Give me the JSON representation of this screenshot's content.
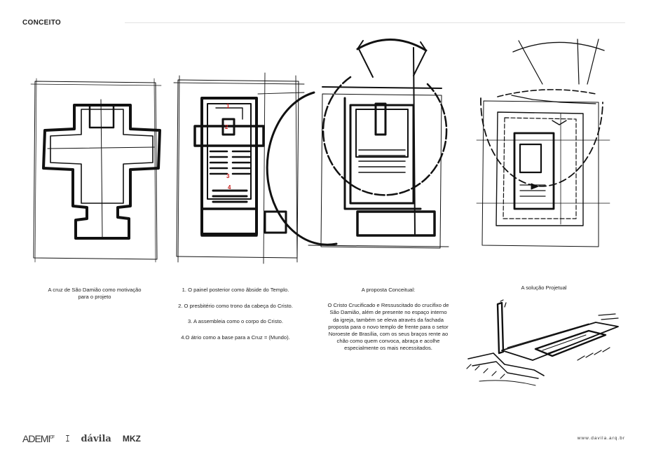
{
  "header": {
    "title": "CONCEITO"
  },
  "panels": [
    {
      "caption": "A cruz de São Damião como motivação para o projeto"
    },
    {
      "caption_items": [
        "1. O painel posterior como âbside do Templo.",
        "2. O presbitério como trono da cabeça do Cristo.",
        "3. A assembleia como o corpo do Cristo.",
        "4.O átrio como a base para a Cruz = (Mundo)."
      ],
      "marker_labels": [
        "1",
        "2",
        "3",
        "4"
      ],
      "marker_color": "#c8201e"
    },
    {
      "caption_title": "A proposta Conceitual:",
      "caption_body": "O Cristo Crucificado e Ressuscitado do crucifixo de São Damião, além de presente no espaço interno da igreja, também se eleva através da fachada proposta para o novo templo de frente para o setor Noroeste de Brasília, com os seus braços rente ao chão como quem convoca, abraça e acolhe especialmente os mais necessitados."
    },
    {
      "caption_title": "A solução Projetual"
    }
  ],
  "footer": {
    "logos": [
      "ADEMI",
      "DF",
      "dávila",
      "MKZ"
    ],
    "website": "www.davila.arq.br"
  }
}
